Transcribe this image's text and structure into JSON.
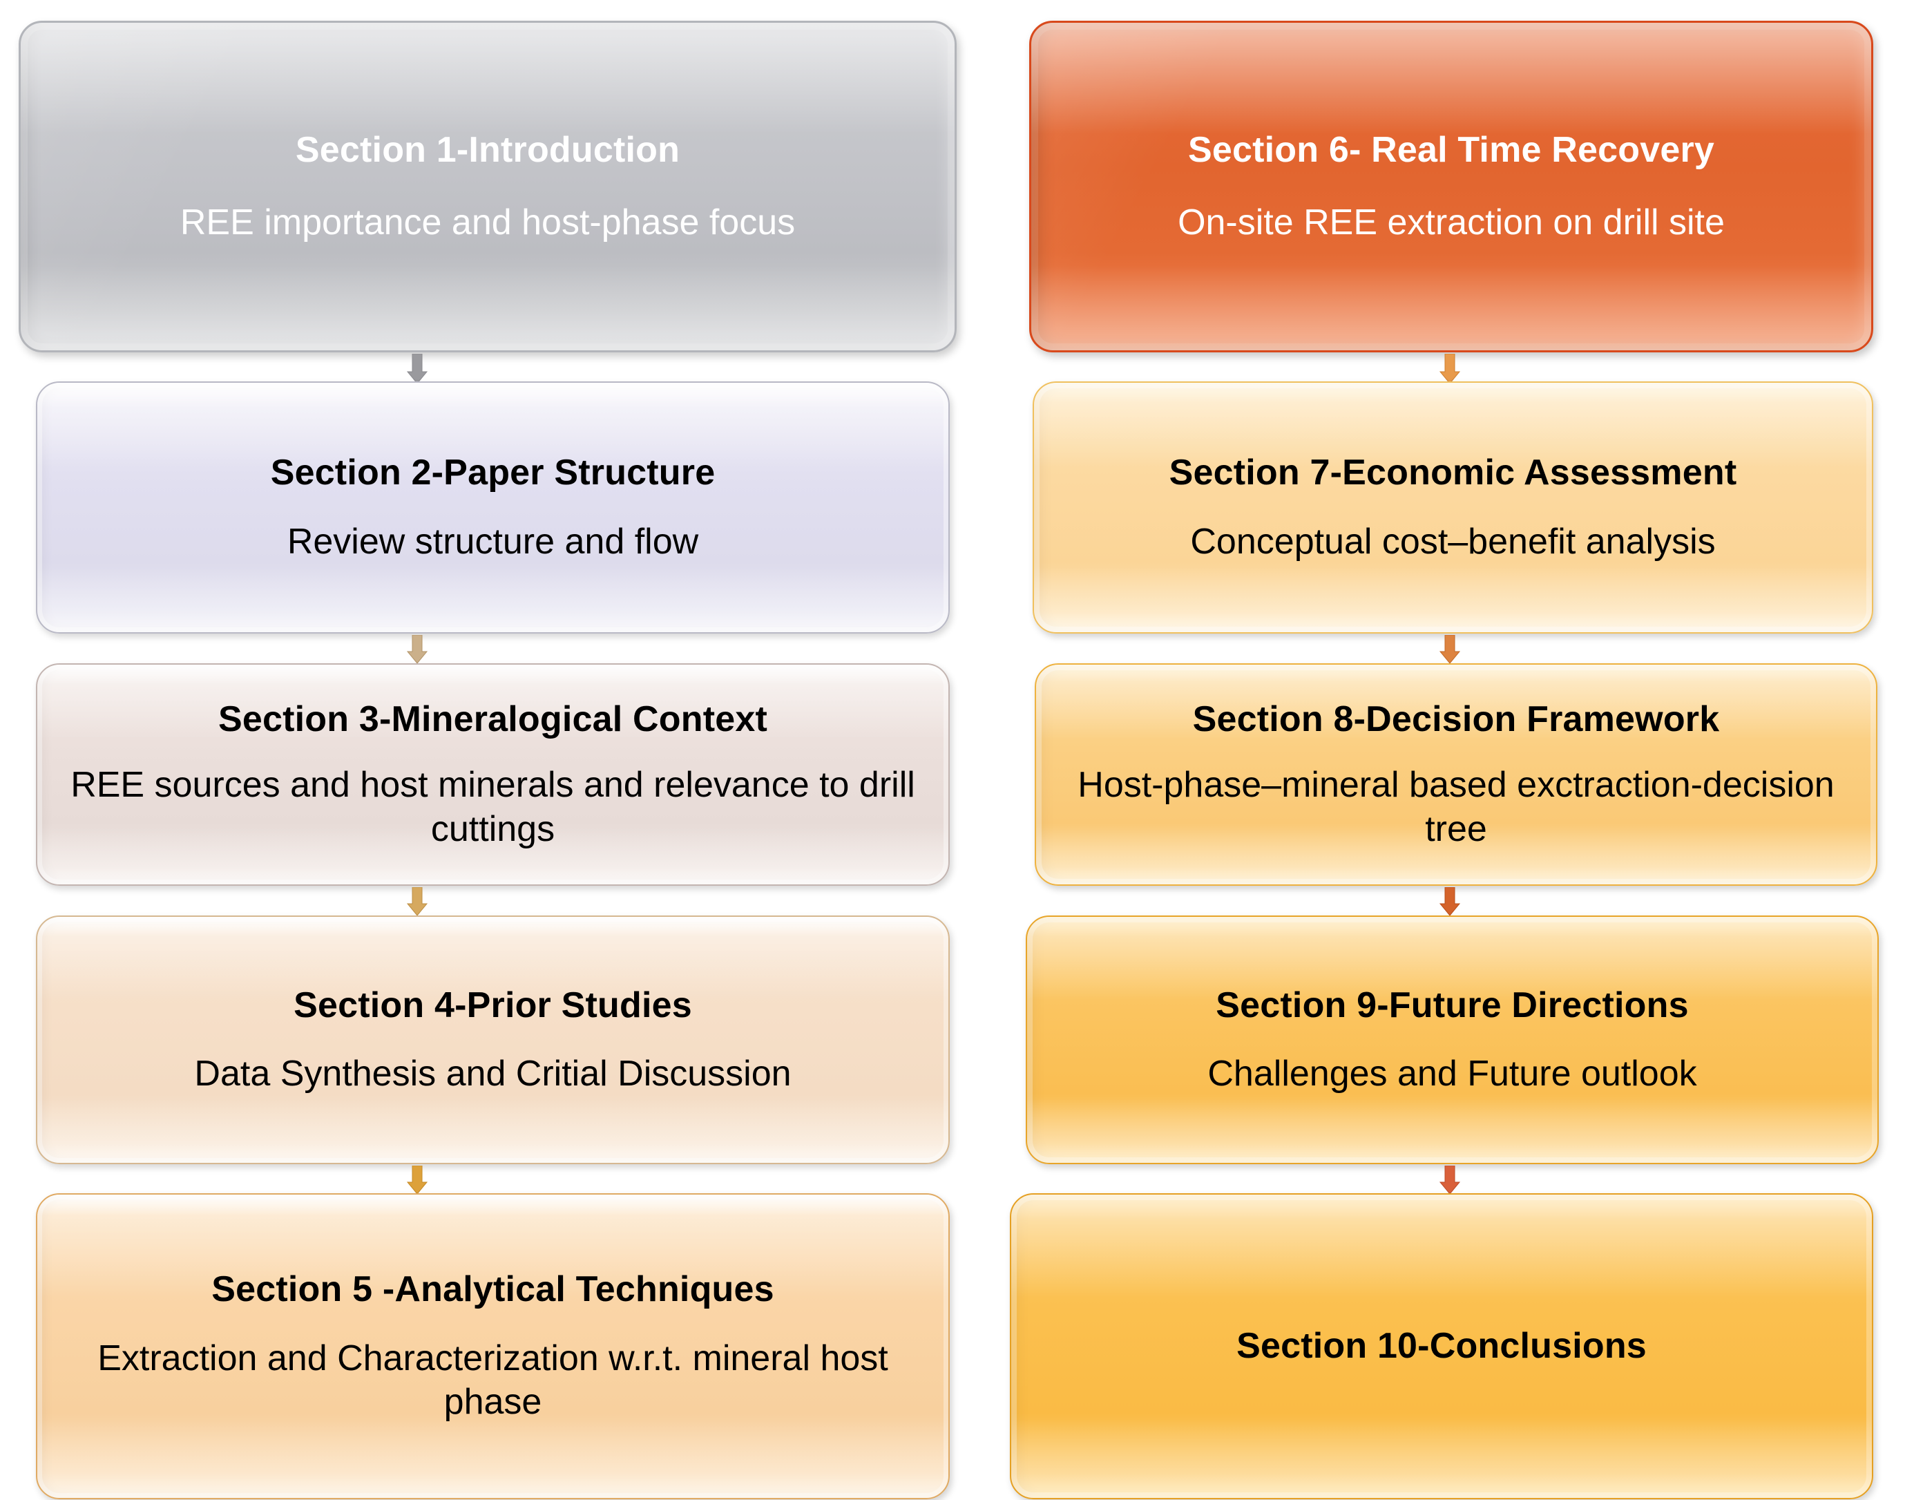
{
  "diagram": {
    "title": "Paper Section Flowchart",
    "columns": [
      {
        "name": "left-column",
        "nodes": [
          {
            "id": "section-1",
            "title": "Section 1-Introduction",
            "subtitle": "REE importance and host-phase focus",
            "fill": "#c2c3c8",
            "text_color": "#ffffff",
            "title_size": 52,
            "sub_size": 52
          },
          {
            "id": "section-2",
            "title": "Section 2-Paper Structure",
            "subtitle": "Review structure and flow",
            "fill": "#e1dff0",
            "text_color": "#000000",
            "title_size": 52,
            "sub_size": 52
          },
          {
            "id": "section-3",
            "title": "Section 3-Mineralogical Context",
            "subtitle": "REE sources and host minerals and relevance to drill cuttings",
            "fill": "#ebdfdb",
            "text_color": "#000000",
            "title_size": 52,
            "sub_size": 52
          },
          {
            "id": "section-4",
            "title": "Section 4-Prior Studies",
            "subtitle": "Data Synthesis and Critial Discussion",
            "fill": "#f6dfc8",
            "text_color": "#000000",
            "title_size": 52,
            "sub_size": 52
          },
          {
            "id": "section-5",
            "title": "Section 5 -Analytical Techniques",
            "subtitle": "Extraction and Characterization w.r.t. mineral host phase",
            "fill": "#fad5a7",
            "text_color": "#000000",
            "title_size": 52,
            "sub_size": 52
          }
        ]
      },
      {
        "name": "right-column",
        "nodes": [
          {
            "id": "section-6",
            "title": "Section 6- Real Time Recovery",
            "subtitle": "On-site REE extraction on drill site",
            "fill": "#e2652f",
            "text_color": "#ffffff",
            "title_size": 52,
            "sub_size": 52
          },
          {
            "id": "section-7",
            "title": "Section 7-Economic Assessment",
            "subtitle": "Conceptual cost–benefit analysis",
            "fill": "#fcd9a0",
            "text_color": "#000000",
            "title_size": 52,
            "sub_size": 52
          },
          {
            "id": "section-8",
            "title": "Section 8-Decision Framework",
            "subtitle": "Host-phase–mineral based exctraction-decision tree",
            "fill": "#fbcf82",
            "text_color": "#000000",
            "title_size": 52,
            "sub_size": 52
          },
          {
            "id": "section-9",
            "title": "Section 9-Future Directions",
            "subtitle": "Challenges and Future outlook",
            "fill": "#fbc45f",
            "text_color": "#000000",
            "title_size": 52,
            "sub_size": 52
          },
          {
            "id": "section-10",
            "title": "Section 10-Conclusions",
            "subtitle": "",
            "fill": "#fbc04f",
            "text_color": "#000000",
            "title_size": 52,
            "sub_size": 52
          }
        ]
      }
    ],
    "connectors": [
      {
        "id": "arrow-1-to-2",
        "from": "section-1",
        "to": "section-2",
        "color": "#9a9a9e",
        "direction": "down"
      },
      {
        "id": "arrow-2-to-3",
        "from": "section-2",
        "to": "section-3",
        "color": "#cbb08a",
        "direction": "down"
      },
      {
        "id": "arrow-3-to-4",
        "from": "section-3",
        "to": "section-4",
        "color": "#d6a95f",
        "direction": "down"
      },
      {
        "id": "arrow-4-to-5",
        "from": "section-4",
        "to": "section-5",
        "color": "#dda13a",
        "direction": "down"
      },
      {
        "id": "arrow-6-to-7",
        "from": "section-6",
        "to": "section-7",
        "color": "#e89a4b",
        "direction": "down"
      },
      {
        "id": "arrow-7-to-8",
        "from": "section-7",
        "to": "section-8",
        "color": "#dd8340",
        "direction": "down"
      },
      {
        "id": "arrow-8-to-9",
        "from": "section-8",
        "to": "section-9",
        "color": "#d4632b",
        "direction": "down"
      },
      {
        "id": "arrow-9-to-10",
        "from": "section-9",
        "to": "section-10",
        "color": "#d9603a",
        "direction": "down"
      }
    ]
  }
}
